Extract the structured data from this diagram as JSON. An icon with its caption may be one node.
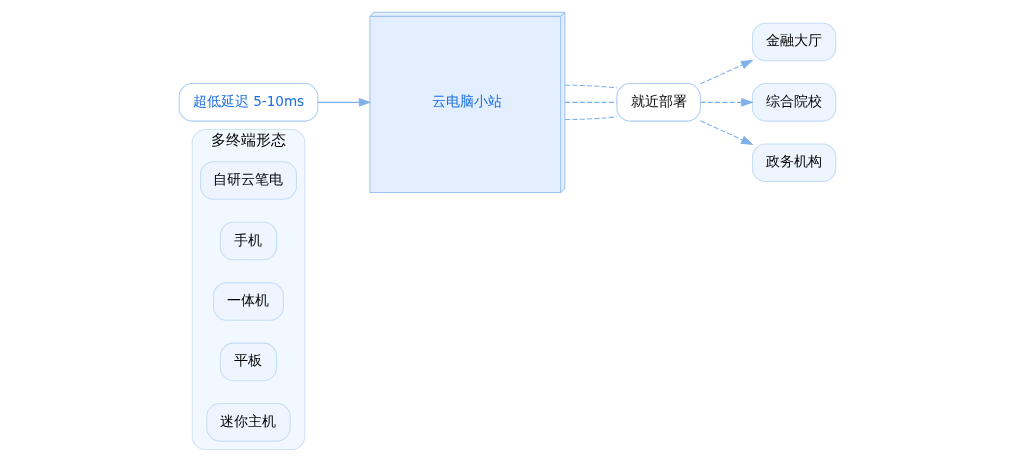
{
  "diagram": {
    "nodes": [
      {
        "text": [
          "多终端形态"
        ]
      },
      {
        "text": [
          "自研云笔电"
        ],
        "in": 0
      },
      {
        "text": [
          "手机"
        ],
        "in": 0
      },
      {
        "text": [
          "一体机"
        ],
        "in": 0
      },
      {
        "text": [
          "平板"
        ],
        "in": 0
      },
      {
        "text": [
          "迷你主机"
        ],
        "in": 0
      },
      {
        "text": [
          "超低延迟 5-10ms"
        ]
      },
      {
        "text": [
          "云电脑小站"
        ]
      },
      {
        "text": [
          "就近部署"
        ]
      },
      {
        "text": [
          "金融大厅"
        ]
      },
      {
        "text": [
          "综合院校"
        ]
      },
      {
        "text": [
          "政务机构"
        ]
      }
    ],
    "edges": [
      {
        "from": 6,
        "to": 7,
        "arrow": "to"
      },
      {
        "from": 7,
        "to": 8,
        "arrow": "none",
        "style": "dashed"
      },
      {
        "from": 7,
        "to": 8,
        "arrow": "none",
        "style": "dashed"
      },
      {
        "from": 7,
        "to": 8,
        "arrow": "none",
        "style": "dashed"
      },
      {
        "from": 8,
        "to": 9,
        "arrow": "to",
        "style": "dashed"
      },
      {
        "from": 8,
        "to": 10,
        "arrow": "to",
        "style": "dashed"
      },
      {
        "from": 8,
        "to": 11,
        "arrow": "to",
        "style": "dashed"
      }
    ]
  }
}
